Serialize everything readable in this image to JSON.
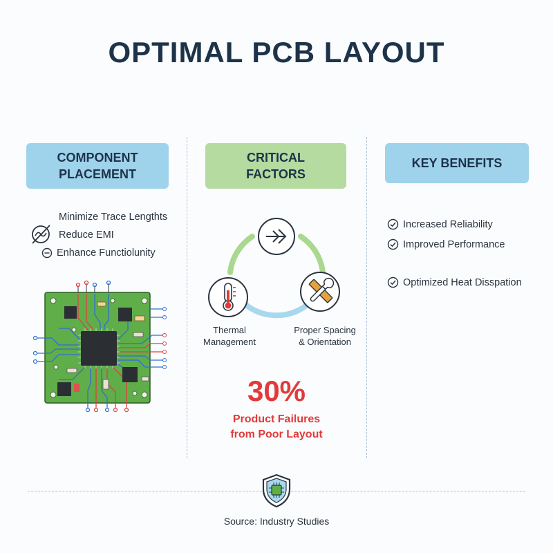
{
  "title": "OPTIMAL PCB LAYOUT",
  "columns": {
    "placement": {
      "header_line1": "COMPONENT",
      "header_line2": "PLACEMENT",
      "items": [
        "Minimize Trace Lengthts",
        "Reduce EMI",
        "Enhance Functiolunity"
      ]
    },
    "factors": {
      "header_line1": "CRITICAL",
      "header_line2": "FACTORS",
      "thermal_line1": "Thermal",
      "thermal_line2": "Management",
      "spacing_line1": "Proper Spacing",
      "spacing_line2": "& Orientation",
      "stat_value": "30%",
      "stat_line1": "Product Failures",
      "stat_line2": "from Poor Layout"
    },
    "benefits": {
      "header": "KEY BENEFITS",
      "items": [
        "Increased Reliability",
        "Improved Performance",
        "Optimized Heat Disspation"
      ]
    }
  },
  "footer": {
    "source": "Source: Industry Studies"
  },
  "colors": {
    "title": "#1d3349",
    "blue_header": "#9fd3ec",
    "green_header": "#b5dba0",
    "stat_red": "#e23a3a",
    "pcb_green": "#5fae4a",
    "cycle_green": "#a9d88f",
    "cycle_blue": "#a8d8ee"
  },
  "icons": {
    "placement_bullets": [
      "no-interference-icon",
      "minus-circle-icon"
    ],
    "benefit_bullets": "check-circle-icon",
    "cycle": [
      "arrow-right-icon",
      "thermometer-icon",
      "wrench-ruler-icon"
    ],
    "footer": "shield-chip-icon",
    "illustration": "pcb-board-illustration"
  }
}
